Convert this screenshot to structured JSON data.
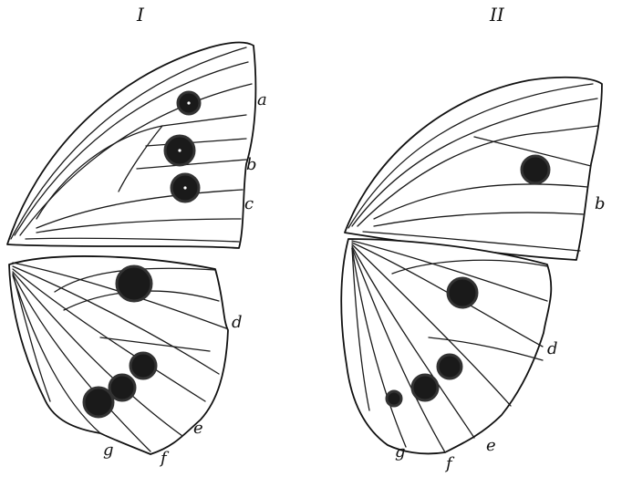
{
  "figures": [
    {
      "numeral": "I",
      "labels": {
        "a": "a",
        "b": "b",
        "c": "c",
        "d": "d",
        "e": "e",
        "f": "f",
        "g": "g"
      }
    },
    {
      "numeral": "II",
      "labels": {
        "b": "b",
        "d": "d",
        "e": "e",
        "f": "f",
        "g": "g"
      }
    }
  ]
}
